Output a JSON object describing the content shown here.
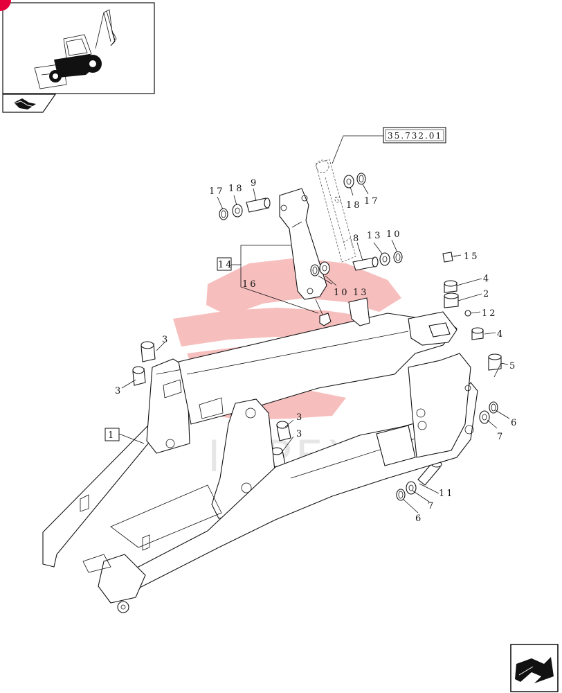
{
  "thumbnail": {
    "icon": "backhoe-loader-thumbnail"
  },
  "nav": {
    "left_icon": "book-arrow-icon",
    "right_icon": "next-page-arrow-icon"
  },
  "reference_box": "35.732.01",
  "callouts": {
    "c17a": "17",
    "c18a": "18",
    "c9": "9",
    "c18b": "18",
    "c17b": "17",
    "c8": "8",
    "c13a": "13",
    "c10a": "10",
    "c15": "15",
    "c14": "14",
    "c16": "16",
    "c10b": "10",
    "c13b": "13",
    "c4a": "4",
    "c2": "2",
    "c12": "12",
    "c4b": "4",
    "c3a": "3",
    "c3b": "3",
    "c5": "5",
    "c6a": "6",
    "c7a": "7",
    "c1": "1",
    "c3c": "3",
    "c3d": "3",
    "c11": "11",
    "c7b": "7",
    "c6b": "6"
  },
  "colors": {
    "watermark": "#f28a8a",
    "badge": "#e4003a"
  },
  "watermark": {
    "text": "IMPEX"
  }
}
